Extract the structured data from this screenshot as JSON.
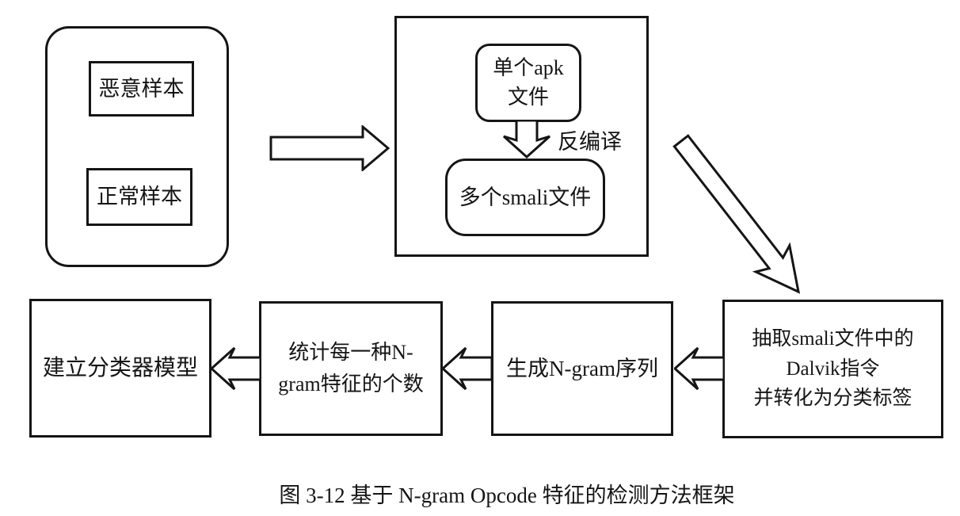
{
  "diagram": {
    "samples_group": {
      "malicious_label": "恶意样本",
      "normal_label": "正常样本"
    },
    "decompile_group": {
      "apk_line1": "单个apk",
      "apk_line2": "文件",
      "decompile_arrow_label": "反编译",
      "smali_label": "多个smali文件"
    },
    "pipeline": {
      "extract_line1": "抽取smali文件中的",
      "extract_line2": "Dalvik指令",
      "extract_line3": "并转化为分类标签",
      "ngram_label": "生成N-gram序列",
      "count_line1": "统计每一种N-",
      "count_line2": "gram特征的个数",
      "model_label": "建立分类器模型"
    },
    "caption": "图 3-12 基于 N-gram Opcode 特征的检测方法框架",
    "colors": {
      "line": "#151515",
      "background": "#ffffff"
    }
  }
}
